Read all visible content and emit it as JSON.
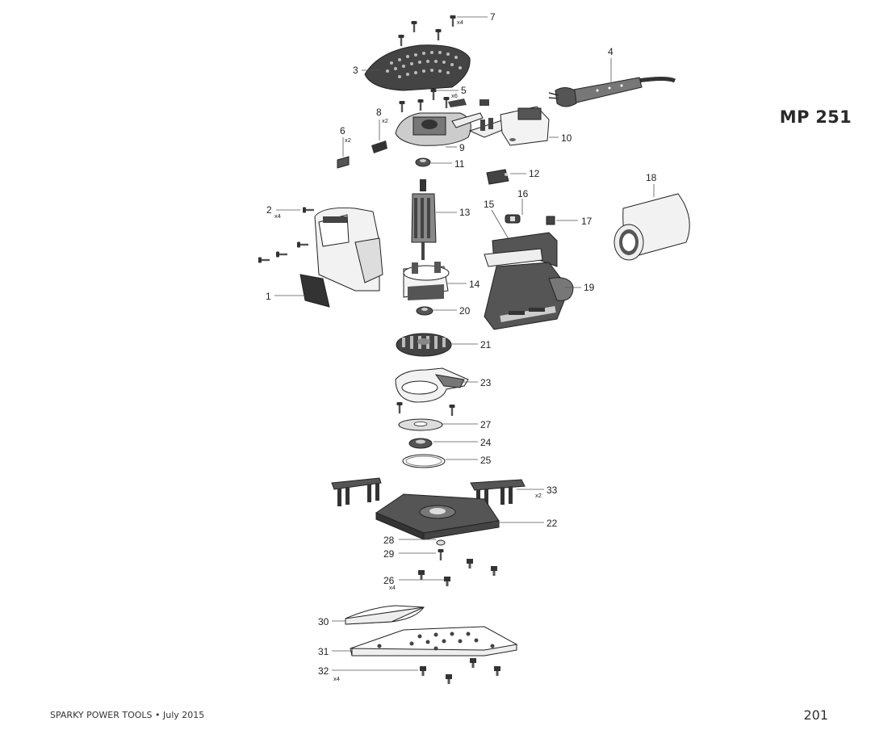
{
  "header": {
    "model": "MP 251"
  },
  "footer": {
    "brand_line": "SPARKY POWER TOOLS • July 2015",
    "page_number": "201"
  },
  "callouts": {
    "p1": "1",
    "p2": "2",
    "p2q": "x4",
    "p3": "3",
    "p4": "4",
    "p5": "5",
    "p5q": "x6",
    "p6": "6",
    "p6q": "x2",
    "p7": "7",
    "p7q": "x4",
    "p8": "8",
    "p8q": "x2",
    "p9": "9",
    "p10": "10",
    "p11": "11",
    "p12": "12",
    "p13": "13",
    "p14": "14",
    "p15": "15",
    "p16": "16",
    "p17": "17",
    "p18": "18",
    "p19": "19",
    "p20": "20",
    "p21": "21",
    "p22": "22",
    "p23": "23",
    "p24": "24",
    "p25": "25",
    "p26": "26",
    "p26q": "x4",
    "p27": "27",
    "p28": "28",
    "p29": "29",
    "p30": "30",
    "p31": "31",
    "p32": "32",
    "p32q": "x4",
    "p33": "33",
    "p33q": "x2"
  }
}
